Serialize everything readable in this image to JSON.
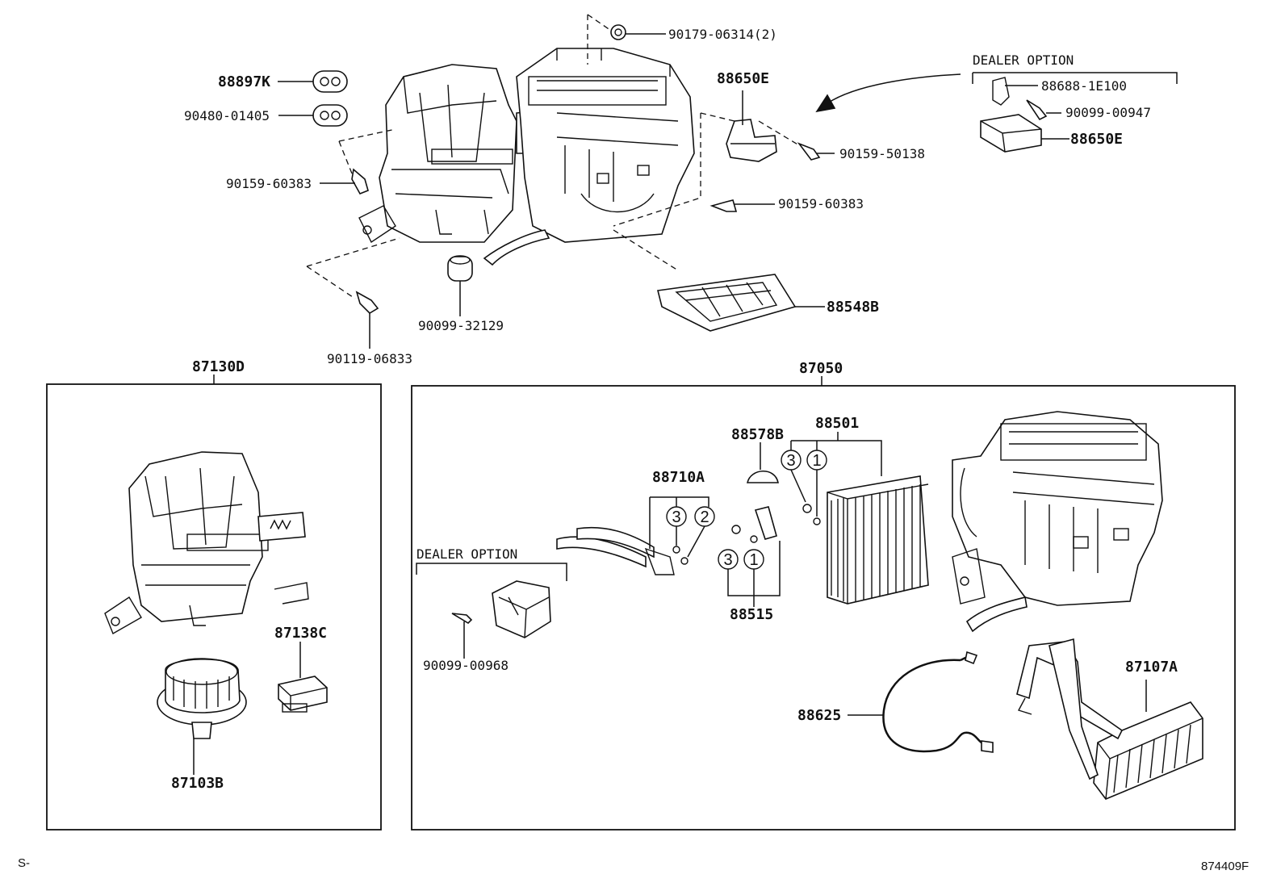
{
  "labels": {
    "p88897K": "88897K",
    "p90480": "90480-01405",
    "p90159_60383_a": "90159-60383",
    "p90179": "90179-06314(2)",
    "p88650E_a": "88650E",
    "p90159_50138": "90159-50138",
    "p90159_60383_b": "90159-60383",
    "p90099_32129": "90099-32129",
    "p90119": "90119-06833",
    "p88548B": "88548B",
    "dealer_option_top": "DEALER OPTION",
    "p88688": "88688-1E100",
    "p90099_00947": "90099-00947",
    "p88650E_b": "88650E",
    "p87130D": "87130D",
    "p87138C": "87138C",
    "p87103B": "87103B",
    "p87050": "87050",
    "p88578B": "88578B",
    "p88501": "88501",
    "p88710A": "88710A",
    "dealer_option_mid": "DEALER OPTION",
    "p90099_00968": "90099-00968",
    "p88515": "88515",
    "p88625": "88625",
    "p87107A": "87107A",
    "footer_left": "S-",
    "footer_right": "874409F"
  },
  "circle_callouts": {
    "c3_a": "3",
    "c2_a": "2",
    "c3_b": "3",
    "c1_b": "1",
    "c3_c": "3",
    "c1_c": "1"
  }
}
